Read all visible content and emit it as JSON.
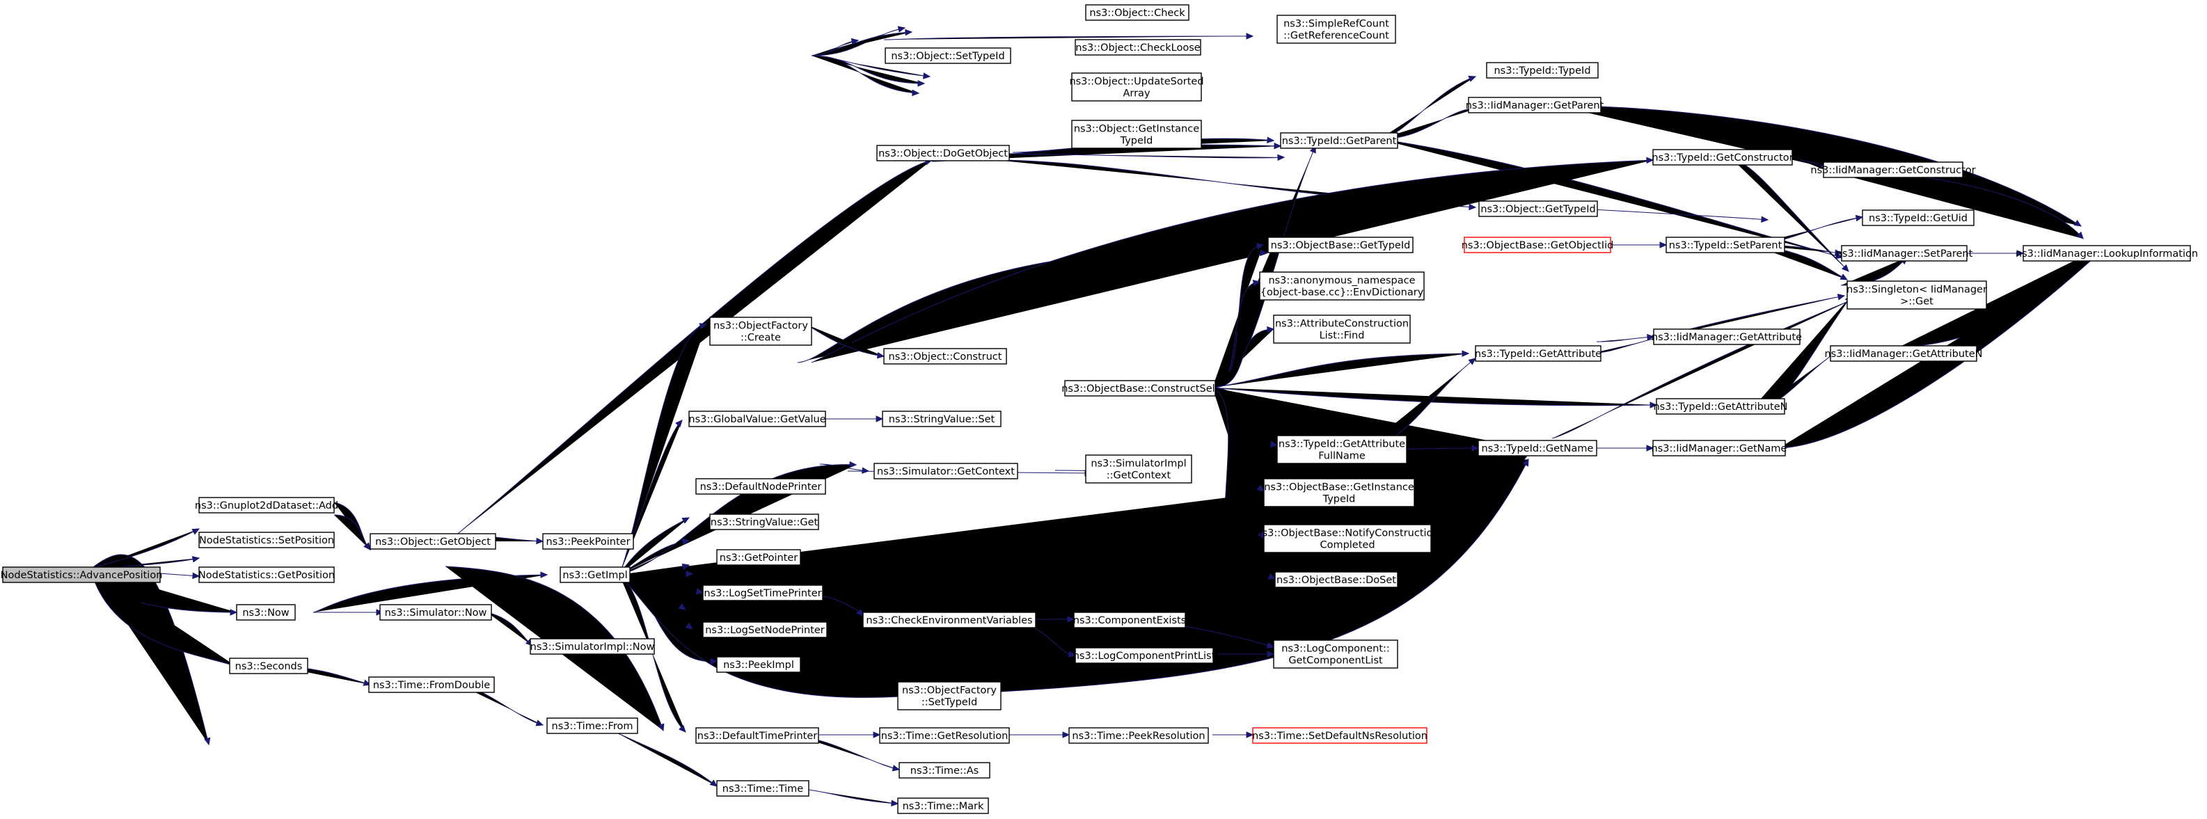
{
  "colors": {
    "edge": "#191970",
    "node_border": "#000000",
    "node_fill": "#ffffff",
    "root_fill": "#bfbfbf",
    "truncated_border": "#ff0000"
  },
  "nodes": [
    {
      "id": "advance",
      "lines": [
        "NodeStatistics::AdvancePosition"
      ],
      "root": true
    },
    {
      "id": "gnuplot_add",
      "lines": [
        "ns3::Gnuplot2dDataset::Add"
      ]
    },
    {
      "id": "setposition",
      "lines": [
        "NodeStatistics::SetPosition"
      ]
    },
    {
      "id": "getposition",
      "lines": [
        "NodeStatistics::GetPosition"
      ]
    },
    {
      "id": "now",
      "lines": [
        "ns3::Now"
      ]
    },
    {
      "id": "seconds",
      "lines": [
        "ns3::Seconds"
      ]
    },
    {
      "id": "object_getobject",
      "lines": [
        "ns3::Object::GetObject"
      ]
    },
    {
      "id": "peekpointer",
      "lines": [
        "ns3::PeekPointer"
      ]
    },
    {
      "id": "object_dogetobject",
      "lines": [
        "ns3::Object::DoGetObject"
      ]
    },
    {
      "id": "object_settypeid",
      "lines": [
        "ns3::Object::SetTypeId"
      ]
    },
    {
      "id": "object_check",
      "lines": [
        "ns3::Object::Check"
      ]
    },
    {
      "id": "simplerefcount",
      "lines": [
        "ns3::SimpleRefCount",
        "::GetReferenceCount"
      ]
    },
    {
      "id": "object_checkloose",
      "lines": [
        "ns3::Object::CheckLoose"
      ]
    },
    {
      "id": "object_updatesorted",
      "lines": [
        "ns3::Object::UpdateSorted",
        "Array"
      ]
    },
    {
      "id": "object_getinstancetypeid",
      "lines": [
        "ns3::Object::GetInstance",
        "TypeId"
      ]
    },
    {
      "id": "typeid_getparent",
      "lines": [
        "ns3::TypeId::GetParent"
      ]
    },
    {
      "id": "typeid_typeid",
      "lines": [
        "ns3::TypeId::TypeId"
      ]
    },
    {
      "id": "iid_getparent",
      "lines": [
        "ns3::IidManager::GetParent"
      ]
    },
    {
      "id": "object_gettypeid",
      "lines": [
        "ns3::Object::GetTypeId"
      ]
    },
    {
      "id": "typeid_getconstructor",
      "lines": [
        "ns3::TypeId::GetConstructor"
      ]
    },
    {
      "id": "iid_getconstructor",
      "lines": [
        "ns3::IidManager::GetConstructor"
      ]
    },
    {
      "id": "iid_lookupinformation",
      "lines": [
        "ns3::IidManager::LookupInformation"
      ]
    },
    {
      "id": "objectbase_gettypeid",
      "lines": [
        "ns3::ObjectBase::GetTypeId"
      ]
    },
    {
      "id": "objectbase_getobjectiid",
      "lines": [
        "ns3::ObjectBase::GetObjectIid"
      ],
      "truncated": true
    },
    {
      "id": "typeid_setparent",
      "lines": [
        "ns3::TypeId::SetParent"
      ]
    },
    {
      "id": "typeid_getuid",
      "lines": [
        "ns3::TypeId::GetUid"
      ]
    },
    {
      "id": "iid_setparent",
      "lines": [
        "ns3::IidManager::SetParent"
      ]
    },
    {
      "id": "singleton_get",
      "lines": [
        "ns3::Singleton< IidManager",
        " >::Get"
      ]
    },
    {
      "id": "envdictionary",
      "lines": [
        "ns3::anonymous_namespace",
        "{object-base.cc}::EnvDictionary"
      ]
    },
    {
      "id": "attrconstructionlist_find",
      "lines": [
        "ns3::AttributeConstruction",
        "List::Find"
      ]
    },
    {
      "id": "objectfactory_create",
      "lines": [
        "ns3::ObjectFactory",
        "::Create"
      ]
    },
    {
      "id": "object_construct",
      "lines": [
        "ns3::Object::Construct"
      ]
    },
    {
      "id": "objectbase_constructself",
      "lines": [
        "ns3::ObjectBase::ConstructSelf"
      ]
    },
    {
      "id": "typeid_getattribute",
      "lines": [
        "ns3::TypeId::GetAttribute"
      ]
    },
    {
      "id": "iid_getattribute",
      "lines": [
        "ns3::IidManager::GetAttribute"
      ]
    },
    {
      "id": "typeid_getattributen",
      "lines": [
        "ns3::TypeId::GetAttributeN"
      ]
    },
    {
      "id": "iid_getattributen",
      "lines": [
        "ns3::IidManager::GetAttributeN"
      ]
    },
    {
      "id": "globalvalue_getvalue",
      "lines": [
        "ns3::GlobalValue::GetValue"
      ]
    },
    {
      "id": "stringvalue_set",
      "lines": [
        "ns3::StringValue::Set"
      ]
    },
    {
      "id": "typeid_getattributefullname",
      "lines": [
        "ns3::TypeId::GetAttribute",
        "FullName"
      ]
    },
    {
      "id": "typeid_getname",
      "lines": [
        "ns3::TypeId::GetName"
      ]
    },
    {
      "id": "iid_getname",
      "lines": [
        "ns3::IidManager::GetName"
      ]
    },
    {
      "id": "defaultnodeprinter",
      "lines": [
        "ns3::DefaultNodePrinter"
      ]
    },
    {
      "id": "simulator_getcontext",
      "lines": [
        "ns3::Simulator::GetContext"
      ]
    },
    {
      "id": "simulatorimpl_getcontext",
      "lines": [
        "ns3::SimulatorImpl",
        "::GetContext"
      ]
    },
    {
      "id": "objectbase_getinstancetypeid",
      "lines": [
        "ns3::ObjectBase::GetInstance",
        "TypeId"
      ]
    },
    {
      "id": "objectbase_notifyconstruction",
      "lines": [
        "ns3::ObjectBase::NotifyConstruction",
        "Completed"
      ]
    },
    {
      "id": "stringvalue_get",
      "lines": [
        "ns3::StringValue::Get"
      ]
    },
    {
      "id": "getpointer",
      "lines": [
        "ns3::GetPointer"
      ]
    },
    {
      "id": "getimpl",
      "lines": [
        "ns3::GetImpl"
      ]
    },
    {
      "id": "objectbase_doset",
      "lines": [
        "ns3::ObjectBase::DoSet"
      ]
    },
    {
      "id": "simulator_now",
      "lines": [
        "ns3::Simulator::Now"
      ]
    },
    {
      "id": "logsettimeprinter",
      "lines": [
        "ns3::LogSetTimePrinter"
      ]
    },
    {
      "id": "checkenvvars",
      "lines": [
        "ns3::CheckEnvironmentVariables"
      ]
    },
    {
      "id": "componentexists",
      "lines": [
        "ns3::ComponentExists"
      ]
    },
    {
      "id": "logsetnodeprinter",
      "lines": [
        "ns3::LogSetNodePrinter"
      ]
    },
    {
      "id": "simulatorimpl_now",
      "lines": [
        "ns3::SimulatorImpl::Now"
      ]
    },
    {
      "id": "logcomponentprintlist",
      "lines": [
        "ns3::LogComponentPrintList"
      ]
    },
    {
      "id": "logcomponent_getcomponentlist",
      "lines": [
        "ns3::LogComponent::",
        "GetComponentList"
      ]
    },
    {
      "id": "peekimpl",
      "lines": [
        "ns3::PeekImpl"
      ]
    },
    {
      "id": "time_fromdouble",
      "lines": [
        "ns3::Time::FromDouble"
      ]
    },
    {
      "id": "objectfactory_settypeid",
      "lines": [
        "ns3::ObjectFactory",
        "::SetTypeId"
      ]
    },
    {
      "id": "time_from",
      "lines": [
        "ns3::Time::From"
      ]
    },
    {
      "id": "defaulttimeprinter",
      "lines": [
        "ns3::DefaultTimePrinter"
      ]
    },
    {
      "id": "time_getresolution",
      "lines": [
        "ns3::Time::GetResolution"
      ]
    },
    {
      "id": "time_peekresolution",
      "lines": [
        "ns3::Time::PeekResolution"
      ]
    },
    {
      "id": "time_setdefaultnsresolution",
      "lines": [
        "ns3::Time::SetDefaultNsResolution"
      ],
      "truncated": true
    },
    {
      "id": "time_as",
      "lines": [
        "ns3::Time::As"
      ]
    },
    {
      "id": "time_time",
      "lines": [
        "ns3::Time::Time"
      ]
    },
    {
      "id": "time_mark",
      "lines": [
        "ns3::Time::Mark"
      ]
    }
  ]
}
